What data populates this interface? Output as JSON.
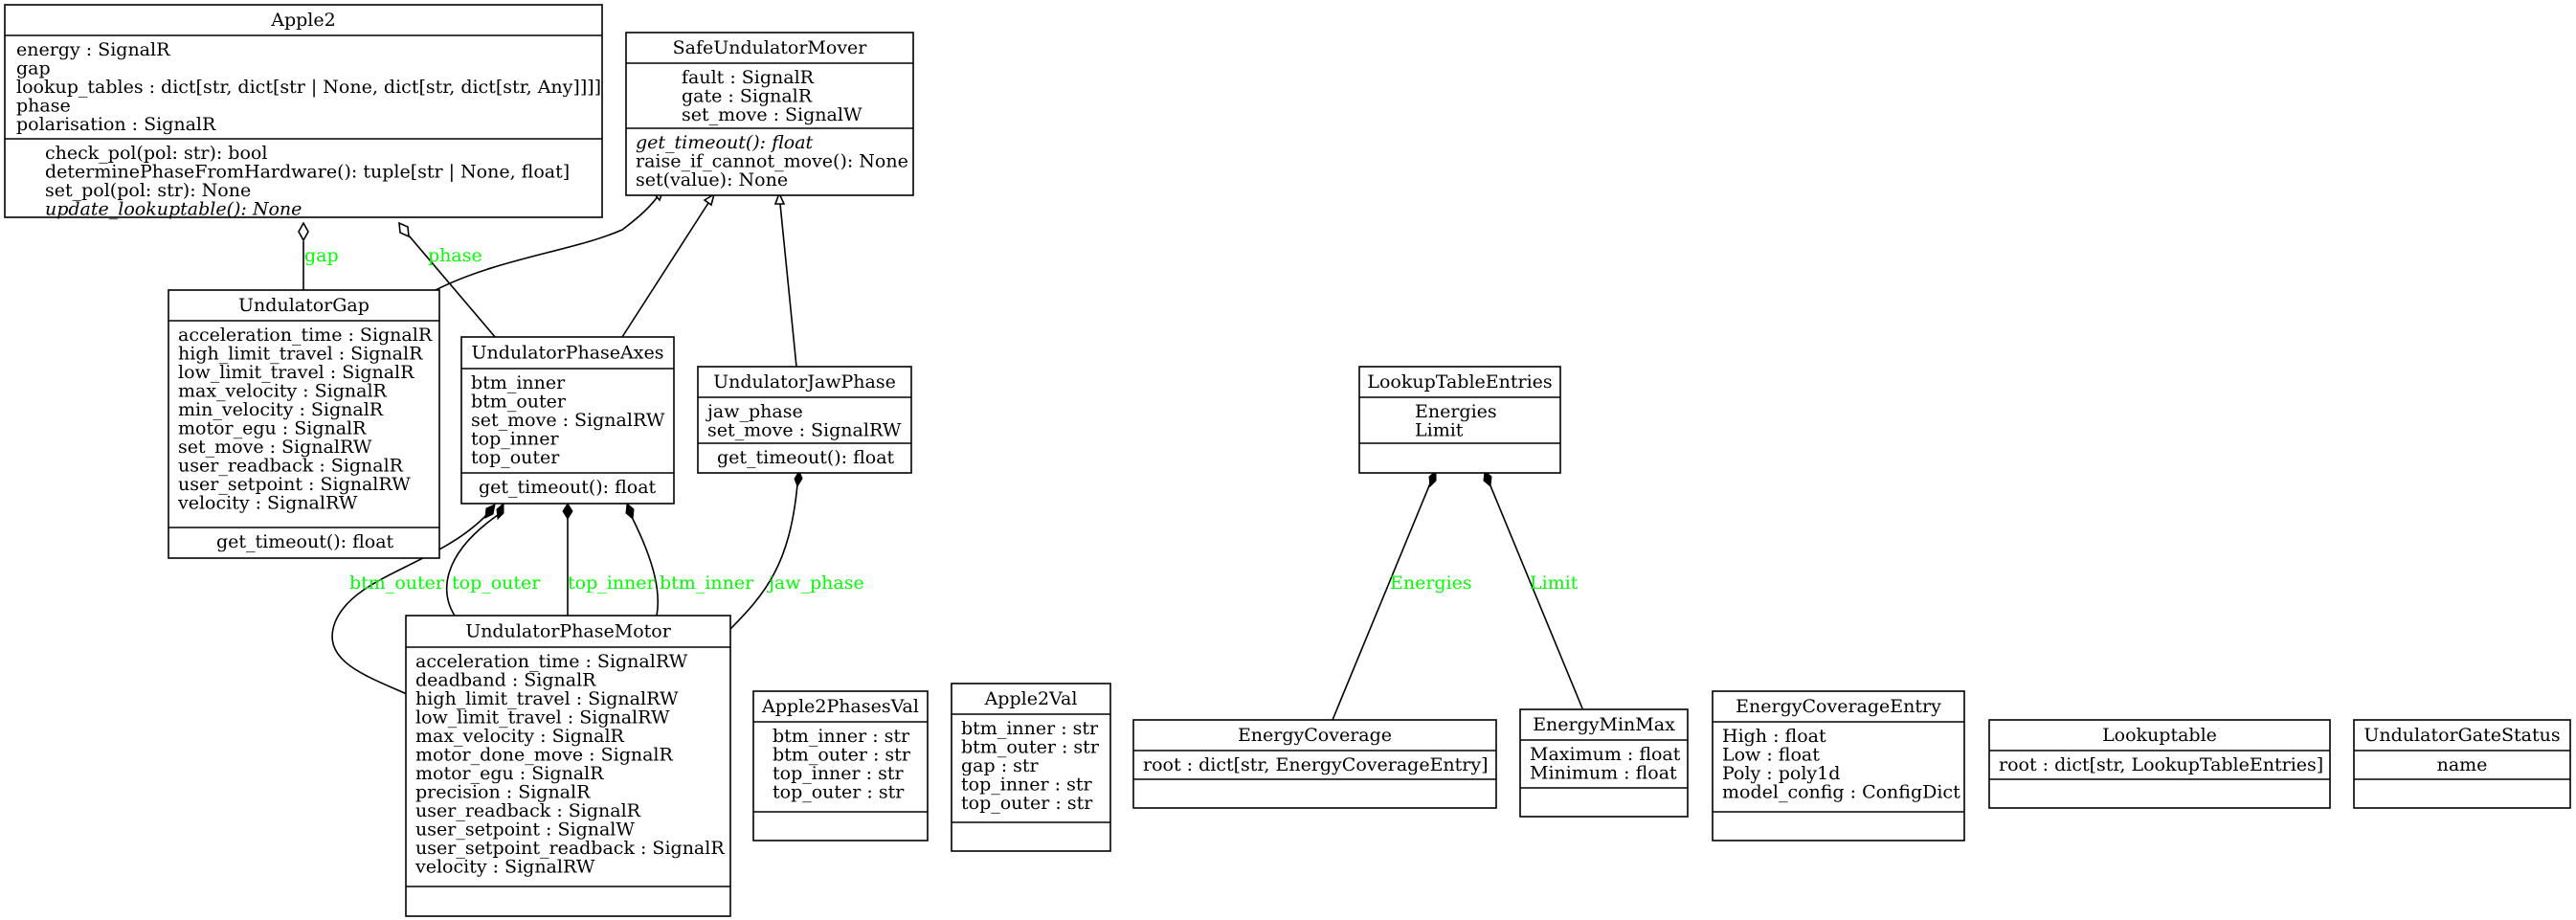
{
  "classes": {
    "Apple2": {
      "name": "Apple2",
      "attributes": [
        "energy : SignalR",
        "gap",
        "lookup_tables : dict[str, dict[str | None, dict[str, dict[str, Any]]]]",
        "phase",
        "polarisation : SignalR"
      ],
      "methods": [
        "check_pol(pol: str): bool",
        "determinePhaseFromHardware(): tuple[str | None, float]",
        "set_pol(pol: str): None",
        "update_lookuptable(): None"
      ],
      "italic_methods": [
        "update_lookuptable"
      ]
    },
    "SafeUndulatorMover": {
      "name": "SafeUndulatorMover",
      "attributes": [
        "fault : SignalR",
        "gate : SignalR",
        "set_move : SignalW"
      ],
      "methods": [
        "get_timeout(): float",
        "raise_if_cannot_move(): None",
        "set(value): None"
      ],
      "italic_methods": [
        "get_timeout"
      ]
    },
    "UndulatorGap": {
      "name": "UndulatorGap",
      "attributes": [
        "acceleration_time : SignalR",
        "high_limit_travel : SignalR",
        "low_limit_travel : SignalR",
        "max_velocity : SignalR",
        "min_velocity : SignalR",
        "motor_egu : SignalR",
        "set_move : SignalRW",
        "user_readback : SignalR",
        "user_setpoint : SignalRW",
        "velocity : SignalRW"
      ],
      "methods": [
        "get_timeout(): float"
      ],
      "italic_methods": []
    },
    "UndulatorPhaseAxes": {
      "name": "UndulatorPhaseAxes",
      "attributes": [
        "btm_inner",
        "btm_outer",
        "set_move : SignalRW",
        "top_inner",
        "top_outer"
      ],
      "methods": [
        "get_timeout(): float"
      ],
      "italic_methods": []
    },
    "UndulatorJawPhase": {
      "name": "UndulatorJawPhase",
      "attributes": [
        "jaw_phase",
        "set_move : SignalRW"
      ],
      "methods": [
        "get_timeout(): float"
      ],
      "italic_methods": []
    },
    "LookupTableEntries": {
      "name": "LookupTableEntries",
      "attributes": [
        "Energies",
        "Limit"
      ],
      "methods": [],
      "italic_methods": []
    },
    "UndulatorPhaseMotor": {
      "name": "UndulatorPhaseMotor",
      "attributes": [
        "acceleration_time : SignalRW",
        "deadband : SignalR",
        "high_limit_travel : SignalRW",
        "low_limit_travel : SignalRW",
        "max_velocity : SignalR",
        "motor_done_move : SignalR",
        "motor_egu : SignalR",
        "precision : SignalR",
        "user_readback : SignalR",
        "user_setpoint : SignalW",
        "user_setpoint_readback : SignalR",
        "velocity : SignalRW"
      ],
      "methods": [],
      "italic_methods": []
    },
    "Apple2PhasesVal": {
      "name": "Apple2PhasesVal",
      "attributes": [
        "btm_inner : str",
        "btm_outer : str",
        "top_inner : str",
        "top_outer : str"
      ],
      "methods": [],
      "italic_methods": []
    },
    "Apple2Val": {
      "name": "Apple2Val",
      "attributes": [
        "btm_inner : str",
        "btm_outer : str",
        "gap : str",
        "top_inner : str",
        "top_outer : str"
      ],
      "methods": [],
      "italic_methods": []
    },
    "EnergyCoverage": {
      "name": "EnergyCoverage",
      "attributes": [
        "root : dict[str, EnergyCoverageEntry]"
      ],
      "methods": [],
      "italic_methods": []
    },
    "EnergyMinMax": {
      "name": "EnergyMinMax",
      "attributes": [
        "Maximum : float",
        "Minimum : float"
      ],
      "methods": [],
      "italic_methods": []
    },
    "EnergyCoverageEntry": {
      "name": "EnergyCoverageEntry",
      "attributes": [
        "High : float",
        "Low : float",
        "Poly : poly1d",
        "model_config : ConfigDict"
      ],
      "methods": [],
      "italic_methods": []
    },
    "Lookuptable": {
      "name": "Lookuptable",
      "attributes": [
        "root : dict[str, LookupTableEntries]"
      ],
      "methods": [],
      "italic_methods": []
    },
    "UndulatorGateStatus": {
      "name": "UndulatorGateStatus",
      "attributes": [
        "name"
      ],
      "methods": [],
      "italic_methods": []
    }
  },
  "edge_labels": {
    "gap": "gap",
    "phase": "phase",
    "btm_outer": "btm_outer",
    "top_outer": "top_outer",
    "top_inner": "top_inner",
    "btm_inner": "btm_inner",
    "jaw_phase": "jaw_phase",
    "energies": "Energies",
    "limit": "Limit"
  },
  "colors": {
    "edge_label": "#00ff00",
    "stroke": "#000000",
    "background": "#ffffff"
  }
}
